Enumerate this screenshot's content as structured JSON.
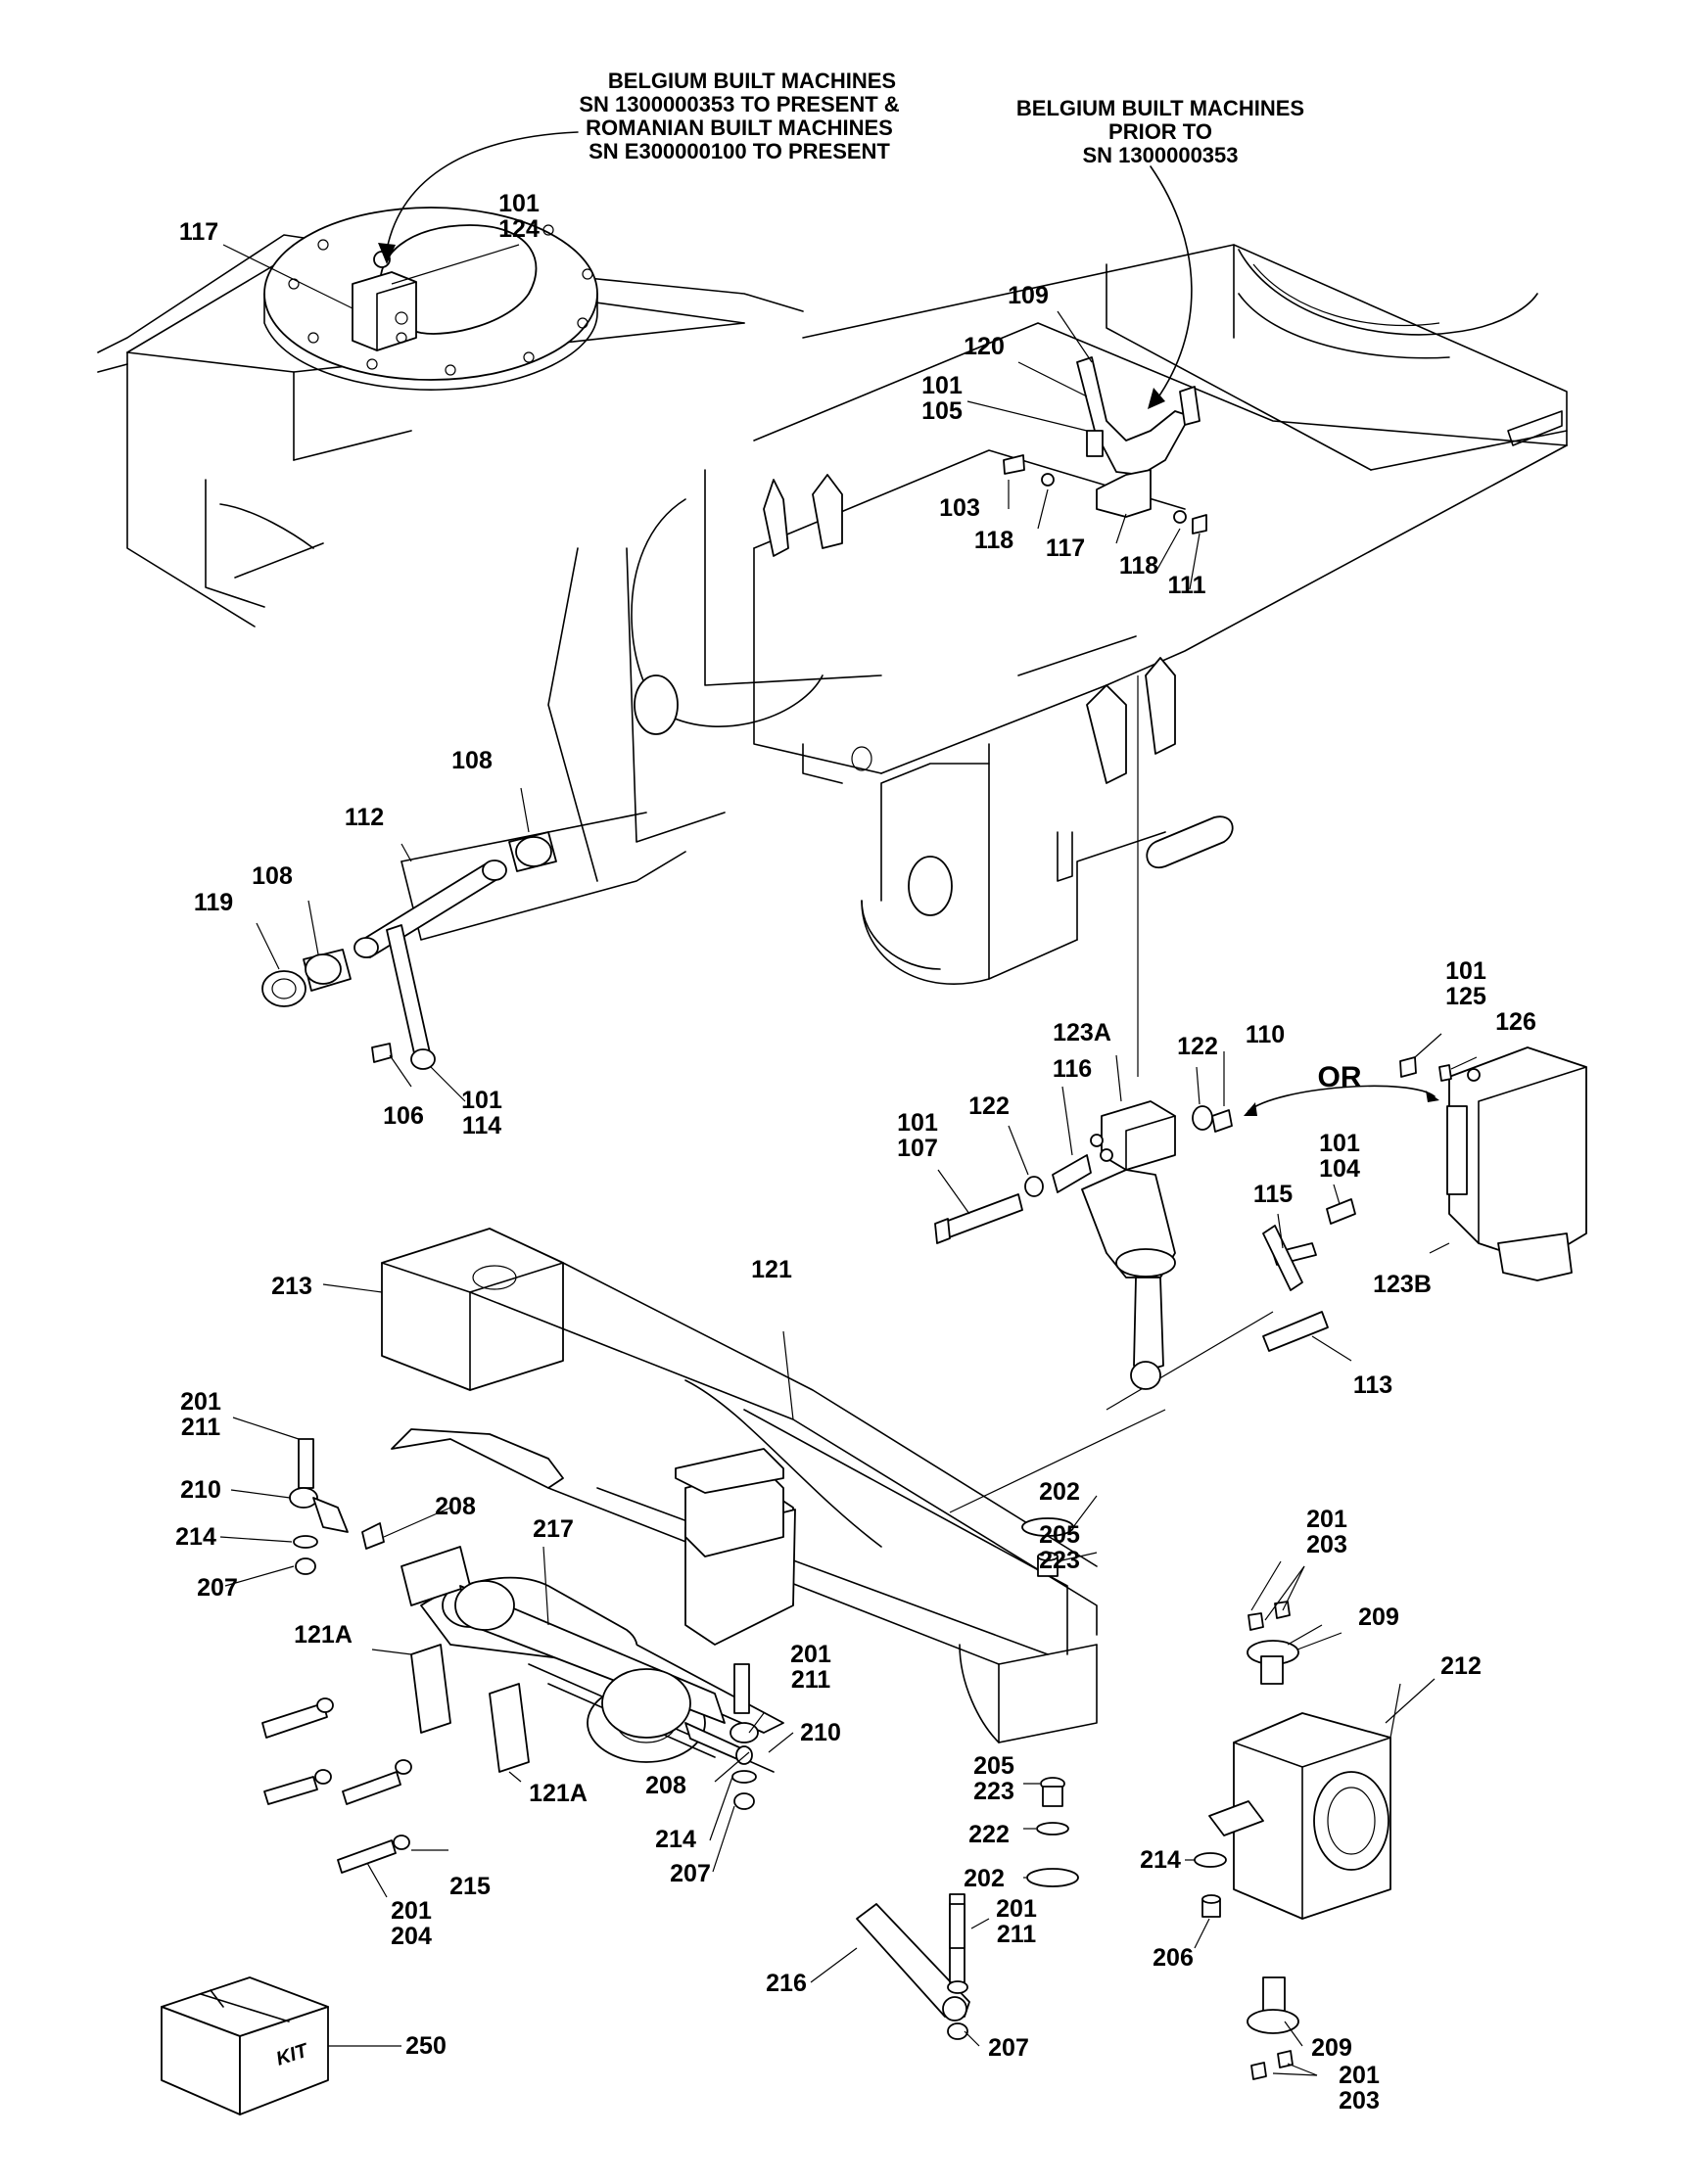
{
  "notes": {
    "belgium_new": [
      "BELGIUM BUILT MACHINES",
      "SN 1300000353 TO PRESENT &",
      "ROMANIAN BUILT MACHINES",
      "SN E300000100 TO PRESENT"
    ],
    "belgium_prior": [
      "BELGIUM BUILT MACHINES",
      "PRIOR TO",
      "SN 1300000353"
    ],
    "or_text": "OR",
    "kit_text": "KIT"
  },
  "callouts": [
    {
      "id": "c01",
      "lines": [
        "101",
        "124"
      ]
    },
    {
      "id": "c02",
      "lines": [
        "117"
      ]
    },
    {
      "id": "c03",
      "lines": [
        "109"
      ]
    },
    {
      "id": "c04",
      "lines": [
        "120"
      ]
    },
    {
      "id": "c05",
      "lines": [
        "101",
        "105"
      ]
    },
    {
      "id": "c06",
      "lines": [
        "103"
      ]
    },
    {
      "id": "c07",
      "lines": [
        "118"
      ]
    },
    {
      "id": "c08",
      "lines": [
        "117"
      ]
    },
    {
      "id": "c09",
      "lines": [
        "118"
      ]
    },
    {
      "id": "c10",
      "lines": [
        "111"
      ]
    },
    {
      "id": "c11",
      "lines": [
        "108"
      ]
    },
    {
      "id": "c12",
      "lines": [
        "112"
      ]
    },
    {
      "id": "c13",
      "lines": [
        "108"
      ]
    },
    {
      "id": "c14",
      "lines": [
        "119"
      ]
    },
    {
      "id": "c15",
      "lines": [
        "101",
        "114"
      ]
    },
    {
      "id": "c16",
      "lines": [
        "106"
      ]
    },
    {
      "id": "c17",
      "lines": [
        "123A"
      ]
    },
    {
      "id": "c18",
      "lines": [
        "122"
      ]
    },
    {
      "id": "c19",
      "lines": [
        "110"
      ]
    },
    {
      "id": "c20",
      "lines": [
        "101",
        "125"
      ]
    },
    {
      "id": "c21",
      "lines": [
        "126"
      ]
    },
    {
      "id": "c22",
      "lines": [
        "116"
      ]
    },
    {
      "id": "c23",
      "lines": [
        "122"
      ]
    },
    {
      "id": "c24",
      "lines": [
        "101",
        "107"
      ]
    },
    {
      "id": "c25",
      "lines": [
        "101",
        "104"
      ]
    },
    {
      "id": "c26",
      "lines": [
        "115"
      ]
    },
    {
      "id": "c27",
      "lines": [
        "123B"
      ]
    },
    {
      "id": "c28",
      "lines": [
        "113"
      ]
    },
    {
      "id": "c29",
      "lines": [
        "213"
      ]
    },
    {
      "id": "c30",
      "lines": [
        "121"
      ]
    },
    {
      "id": "c31",
      "lines": [
        "201",
        "211"
      ]
    },
    {
      "id": "c32",
      "lines": [
        "210"
      ]
    },
    {
      "id": "c33",
      "lines": [
        "214"
      ]
    },
    {
      "id": "c34",
      "lines": [
        "207"
      ]
    },
    {
      "id": "c35",
      "lines": [
        "208"
      ]
    },
    {
      "id": "c36",
      "lines": [
        "217"
      ]
    },
    {
      "id": "c37",
      "lines": [
        "202"
      ]
    },
    {
      "id": "c38",
      "lines": [
        "205",
        "223"
      ]
    },
    {
      "id": "c39",
      "lines": [
        "201",
        "203"
      ]
    },
    {
      "id": "c40",
      "lines": [
        "209"
      ]
    },
    {
      "id": "c41",
      "lines": [
        "212"
      ]
    },
    {
      "id": "c42",
      "lines": [
        "121A"
      ]
    },
    {
      "id": "c43",
      "lines": [
        "201",
        "211"
      ]
    },
    {
      "id": "c44",
      "lines": [
        "210"
      ]
    },
    {
      "id": "c45",
      "lines": [
        "208"
      ]
    },
    {
      "id": "c46",
      "lines": [
        "214"
      ]
    },
    {
      "id": "c47",
      "lines": [
        "207"
      ]
    },
    {
      "id": "c48",
      "lines": [
        "121A"
      ]
    },
    {
      "id": "c49",
      "lines": [
        "215"
      ]
    },
    {
      "id": "c50",
      "lines": [
        "201",
        "204"
      ]
    },
    {
      "id": "c51",
      "lines": [
        "205",
        "223"
      ]
    },
    {
      "id": "c52",
      "lines": [
        "222"
      ]
    },
    {
      "id": "c53",
      "lines": [
        "202"
      ]
    },
    {
      "id": "c54",
      "lines": [
        "214"
      ]
    },
    {
      "id": "c55",
      "lines": [
        "201",
        "211"
      ]
    },
    {
      "id": "c56",
      "lines": [
        "216"
      ]
    },
    {
      "id": "c57",
      "lines": [
        "206"
      ]
    },
    {
      "id": "c58",
      "lines": [
        "207"
      ]
    },
    {
      "id": "c59",
      "lines": [
        "209"
      ]
    },
    {
      "id": "c60",
      "lines": [
        "201",
        "203"
      ]
    },
    {
      "id": "c61",
      "lines": [
        "250"
      ]
    }
  ]
}
